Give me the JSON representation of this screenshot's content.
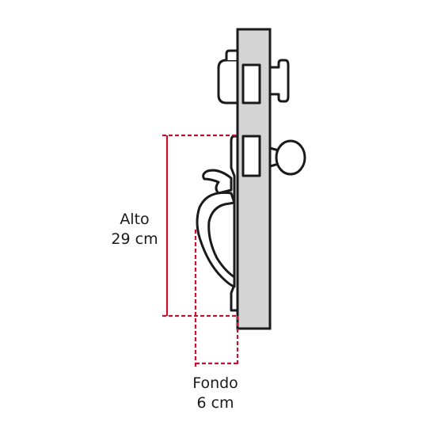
{
  "colors": {
    "outline": "#1a1a1a",
    "panel_fill": "#d4d4d4",
    "dimension": "#c8102e",
    "background": "#ffffff"
  },
  "dimensions": {
    "height": {
      "label": "Alto",
      "value": "29 cm"
    },
    "depth": {
      "label": "Fondo",
      "value": "6 cm"
    }
  }
}
